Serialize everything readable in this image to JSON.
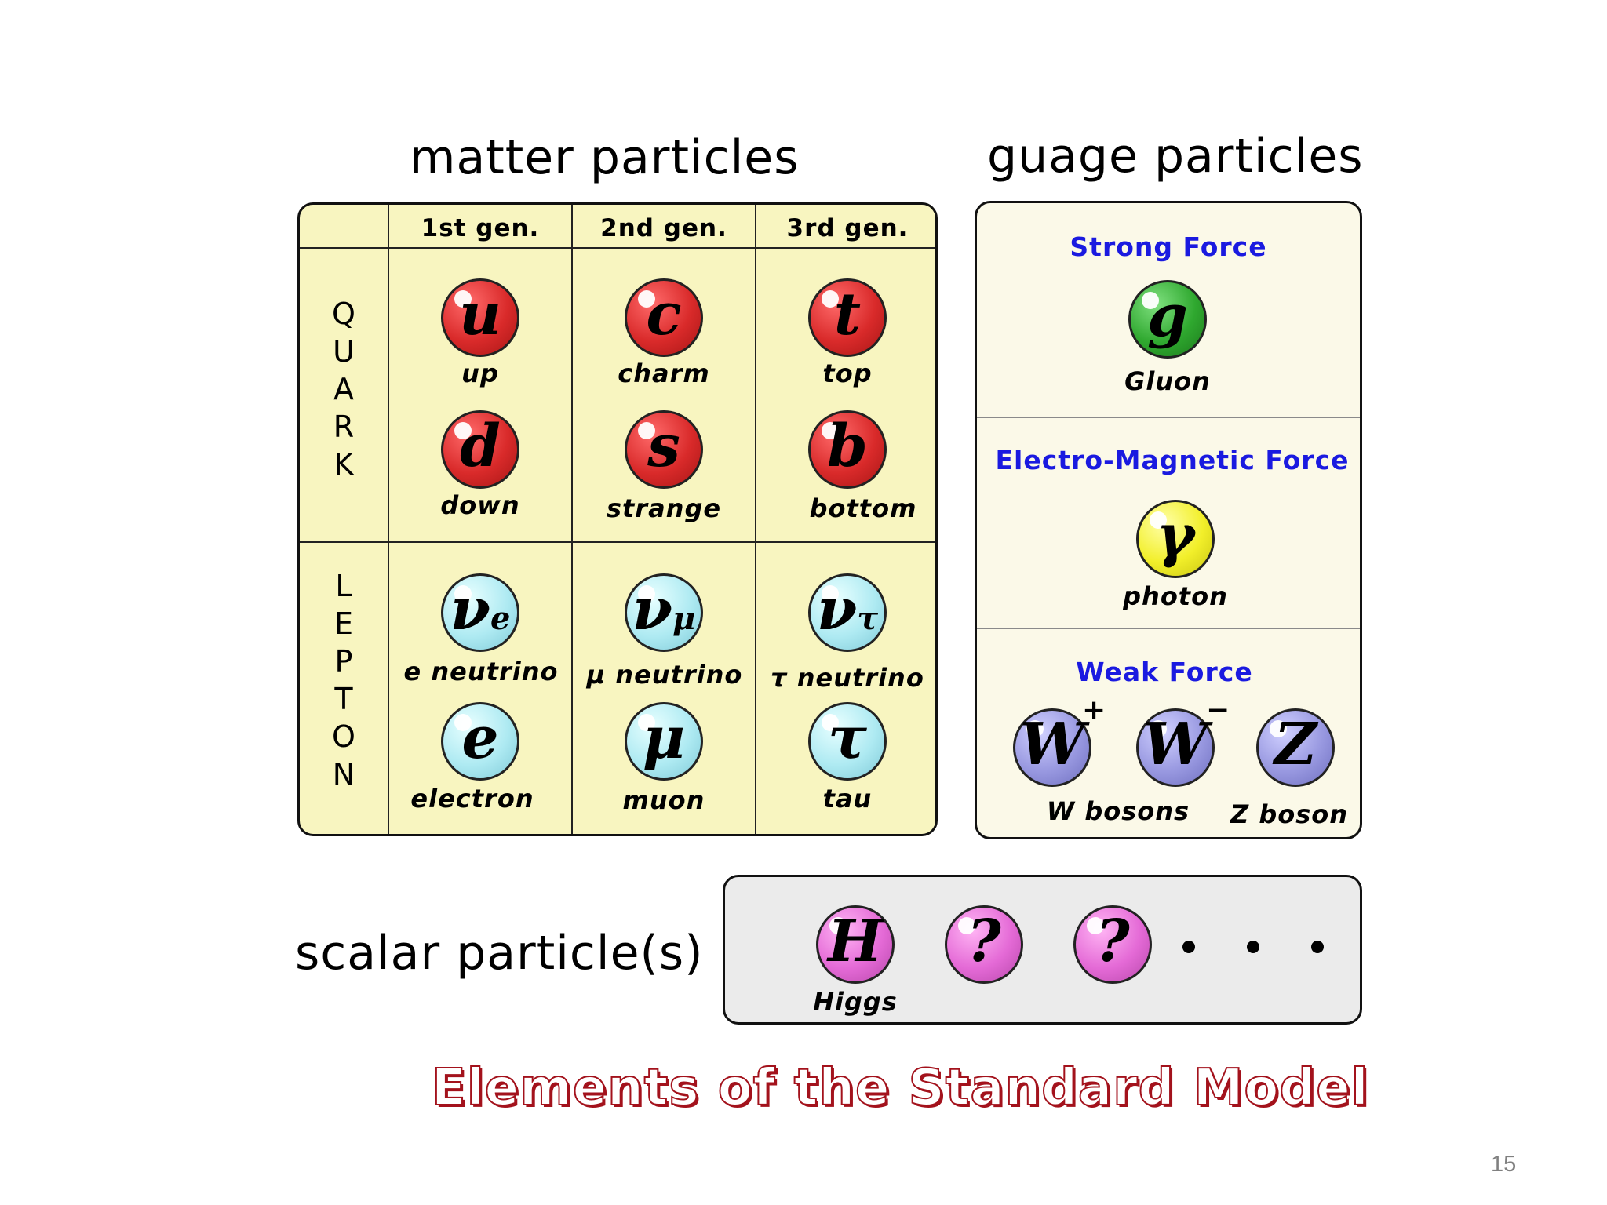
{
  "headings": {
    "matter": "matter particles",
    "gauge": "guage particles",
    "scalar": "scalar particle(s)"
  },
  "matter": {
    "generations": [
      "1st gen.",
      "2nd gen.",
      "3rd gen."
    ],
    "row_labels": {
      "quark": [
        "Q",
        "U",
        "A",
        "R",
        "K"
      ],
      "lepton": [
        "L",
        "E",
        "P",
        "T",
        "O",
        "N"
      ]
    },
    "quarks": [
      {
        "symbol": "u",
        "name": "up",
        "color": "#d92a2a"
      },
      {
        "symbol": "c",
        "name": "charm",
        "color": "#d92a2a"
      },
      {
        "symbol": "t",
        "name": "top",
        "color": "#d92a2a"
      },
      {
        "symbol": "d",
        "name": "down",
        "color": "#d92a2a"
      },
      {
        "symbol": "s",
        "name": "strange",
        "color": "#d92a2a"
      },
      {
        "symbol": "b",
        "name": "bottom",
        "color": "#d92a2a"
      }
    ],
    "leptons": [
      {
        "symbol": "ν",
        "sub": "e",
        "name": "e neutrino",
        "color": "#aeeaf2"
      },
      {
        "symbol": "ν",
        "sub": "μ",
        "name": "μ neutrino",
        "color": "#aeeaf2"
      },
      {
        "symbol": "ν",
        "sub": "τ",
        "name": "τ neutrino",
        "color": "#aeeaf2"
      },
      {
        "symbol": "e",
        "name": "electron",
        "color": "#aeeaf2"
      },
      {
        "symbol": "μ",
        "name": "muon",
        "color": "#aeeaf2"
      },
      {
        "symbol": "τ",
        "name": "tau",
        "color": "#aeeaf2"
      }
    ]
  },
  "gauge": {
    "strong": {
      "title": "Strong Force",
      "symbol": "g",
      "name": "Gluon",
      "color": "#2fa82f"
    },
    "em": {
      "title": "Electro-Magnetic Force",
      "symbol": "γ",
      "name": "photon",
      "color": "#f2ef2a"
    },
    "weak": {
      "title": "Weak Force",
      "w_plus": {
        "symbol": "W",
        "sign": "+"
      },
      "w_minus": {
        "symbol": "W",
        "sign": "−"
      },
      "z": {
        "symbol": "Z"
      },
      "w_name": "W bosons",
      "z_name": "Z boson",
      "color": "#9898e0"
    }
  },
  "scalar": {
    "higgs": {
      "symbol": "H",
      "name": "Higgs"
    },
    "unknown": [
      "?",
      "?"
    ],
    "color": "#e46ad6"
  },
  "caption": "Elements of the Standard Model",
  "page_number": "15"
}
